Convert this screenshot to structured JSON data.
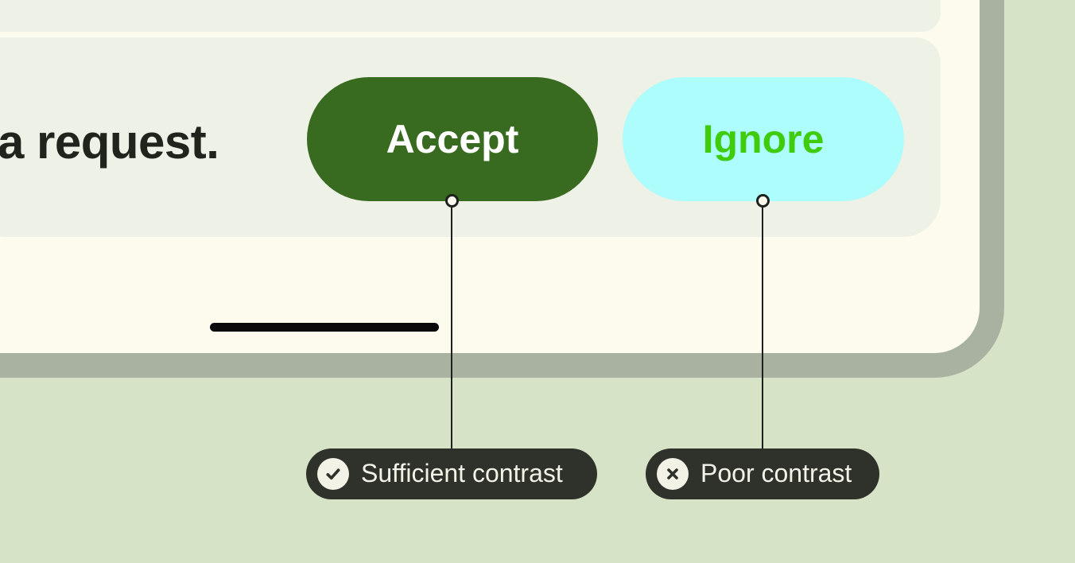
{
  "figure": {
    "description": "Color contrast accessibility example on a phone mockup",
    "background_color": "#d7e3c7"
  },
  "device": {
    "frame_color": "#a9b2a0",
    "screen_color": "#fcfbee",
    "card_color": "#eef1e5",
    "home_indicator_color": "#0a0a0a"
  },
  "message": {
    "snippet": "a request.",
    "text_color": "#20241d"
  },
  "buttons": {
    "accept": {
      "label": "Accept",
      "background": "#386a20",
      "text_color": "#ffffff"
    },
    "ignore": {
      "label": "Ignore",
      "background": "#adfdfc",
      "text_color": "#3ecc0d"
    }
  },
  "callouts": {
    "pill_background": "#2e322b",
    "pill_text_color": "#f3f2e7",
    "connector_color": "#1d201c",
    "items": [
      {
        "icon": "check-circle",
        "text": "Sufficient contrast"
      },
      {
        "icon": "x-circle",
        "text": "Poor contrast"
      }
    ]
  }
}
